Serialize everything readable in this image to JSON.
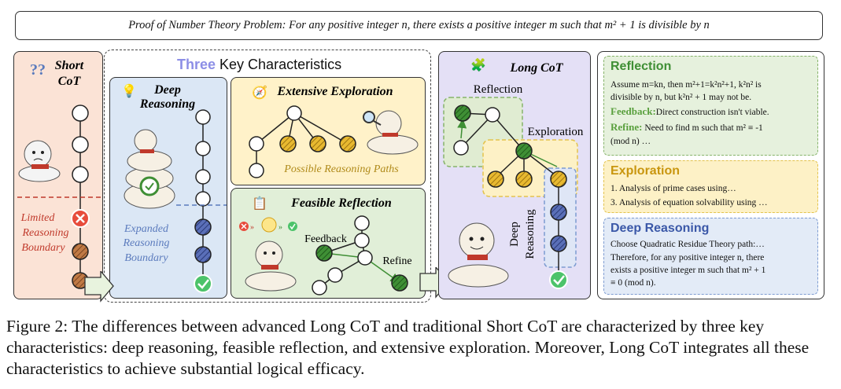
{
  "problem": "Proof of Number Theory Problem: For any positive integer n, there exists a positive integer m such that m² + 1 is divisible by n",
  "short_cot": {
    "title_line1": "Short",
    "title_line2": "CoT",
    "boundary_line1": "Limited",
    "boundary_line2": "Reasoning",
    "boundary_line3": "Boundary"
  },
  "three_key": {
    "title_word": "Three",
    "title_rest": " Key Characteristics"
  },
  "deep": {
    "title_line1": "Deep",
    "title_line2": "Reasoning",
    "boundary_line1": "Expanded",
    "boundary_line2": "Reasoning",
    "boundary_line3": "Boundary"
  },
  "extensive": {
    "title": "Extensive Exploration",
    "paths": "Possible Reasoning Paths"
  },
  "feasible": {
    "title": "Feasible Reflection",
    "feedback": "Feedback",
    "refine": "Refine"
  },
  "long_cot": {
    "title": "Long CoT",
    "reflection": "Reflection",
    "exploration": "Exploration",
    "deep_line1": "Deep",
    "deep_line2": "Reasoning"
  },
  "reflection_box": {
    "title": "Reflection",
    "line1": "Assume m=kn, then m²+1=k²n²+1, k²n² is",
    "line2": "divisible by n, but k²n² + 1 may not be.",
    "feedback_label": "Feedback:",
    "feedback_text": "Direct construction isn't viable.",
    "refine_label": "Refine:",
    "refine_text": " Need to find m such that m² ≡ -1",
    "refine_line2": "(mod n) …"
  },
  "exploration_box": {
    "title": "Exploration",
    "line1": "1. Analysis of prime cases using…",
    "line2": "3. Analysis of equation solvability using …"
  },
  "deep_box": {
    "title": "Deep Reasoning",
    "line1": "Choose Quadratic Residue Theory path:…",
    "line2": "Therefore, for any positive integer n, there",
    "line3": "exists a positive integer m such that m² + 1",
    "line4": "≡ 0 (mod n)."
  },
  "caption": "Figure 2: The differences between advanced Long CoT and traditional Short CoT are characterized by three key characteristics: deep reasoning, feasible reflection, and extensive exploration. Moreover, Long CoT integrates all these characteristics to achieve substantial logical efficacy.",
  "colors": {
    "short_bg": "#fbe3d6",
    "deep_bg": "#dbe7f5",
    "explore_bg": "#fff2c9",
    "feasible_bg": "#e1efd8",
    "long_bg": "#e4e0f6",
    "green_node": "#3f8f35",
    "yellow_node": "#e0b02a",
    "blue_node": "#4a5fa8",
    "brown_node": "#b56a36",
    "red_text": "#c0392b",
    "blue_text": "#5b7bbd",
    "yellow_text": "#b08a1a"
  }
}
